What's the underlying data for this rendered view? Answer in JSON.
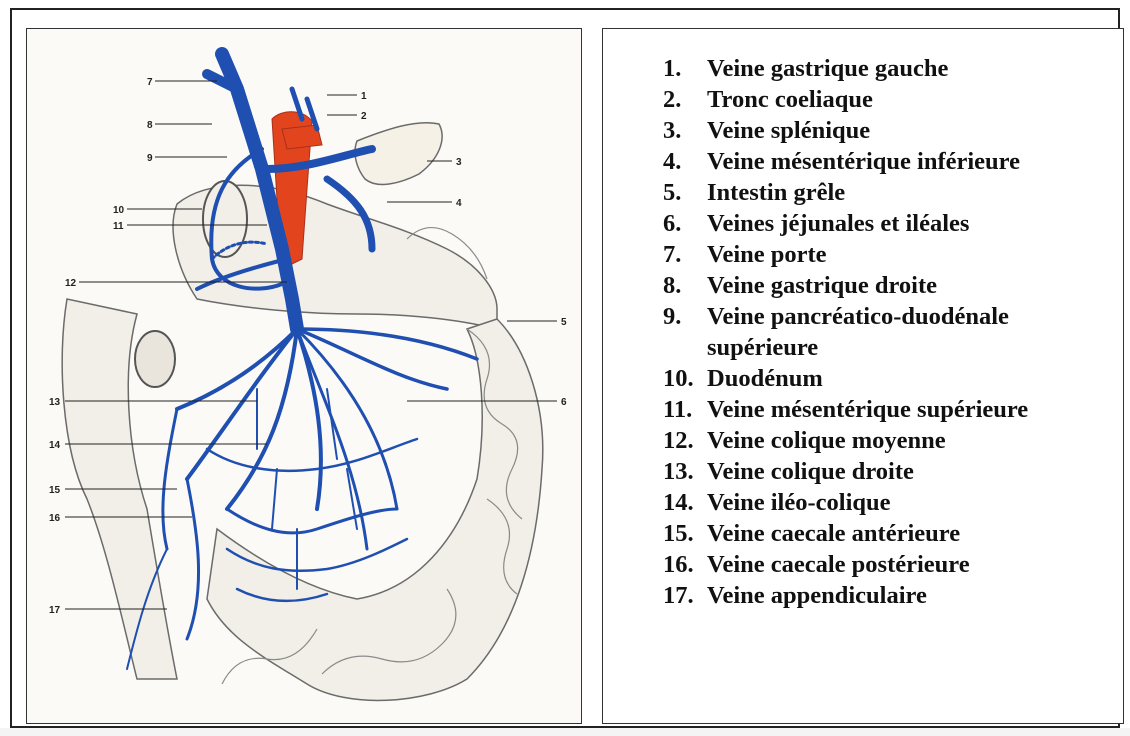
{
  "legend": {
    "items": [
      {
        "num": "1.",
        "text": "Veine gastrique gauche"
      },
      {
        "num": "2.",
        "text": "Tronc coeliaque"
      },
      {
        "num": "3.",
        "text": "Veine splénique"
      },
      {
        "num": "4.",
        "text": "Veine mésentérique inférieure"
      },
      {
        "num": "5.",
        "text": "Intestin grêle"
      },
      {
        "num": "6.",
        "text": "Veines jéjunales et iléales"
      },
      {
        "num": "7.",
        "text": "Veine porte"
      },
      {
        "num": "8.",
        "text": "Veine gastrique droite"
      },
      {
        "num": "9.",
        "text": "Veine pancréatico-duodénale supérieure"
      },
      {
        "num": "10.",
        "text": "Duodénum"
      },
      {
        "num": "11.",
        "text": "Veine mésentérique supérieure"
      },
      {
        "num": "12.",
        "text": "Veine colique moyenne"
      },
      {
        "num": "13.",
        "text": "Veine colique droite"
      },
      {
        "num": "14.",
        "text": "Veine iléo-colique"
      },
      {
        "num": "15.",
        "text": "Veine caecale antérieure"
      },
      {
        "num": "16.",
        "text": "Veine caecale postérieure"
      },
      {
        "num": "17.",
        "text": "Veine appendiculaire"
      }
    ]
  },
  "figure": {
    "callouts": [
      "1",
      "2",
      "3",
      "4",
      "5",
      "6",
      "7",
      "8",
      "9",
      "10",
      "11",
      "12",
      "13",
      "14",
      "15",
      "16",
      "17"
    ],
    "colors": {
      "vein": "#1f4fb0",
      "artery": "#e2451e",
      "tissue": "#f2efe8",
      "outline": "#6b6b6b"
    }
  }
}
